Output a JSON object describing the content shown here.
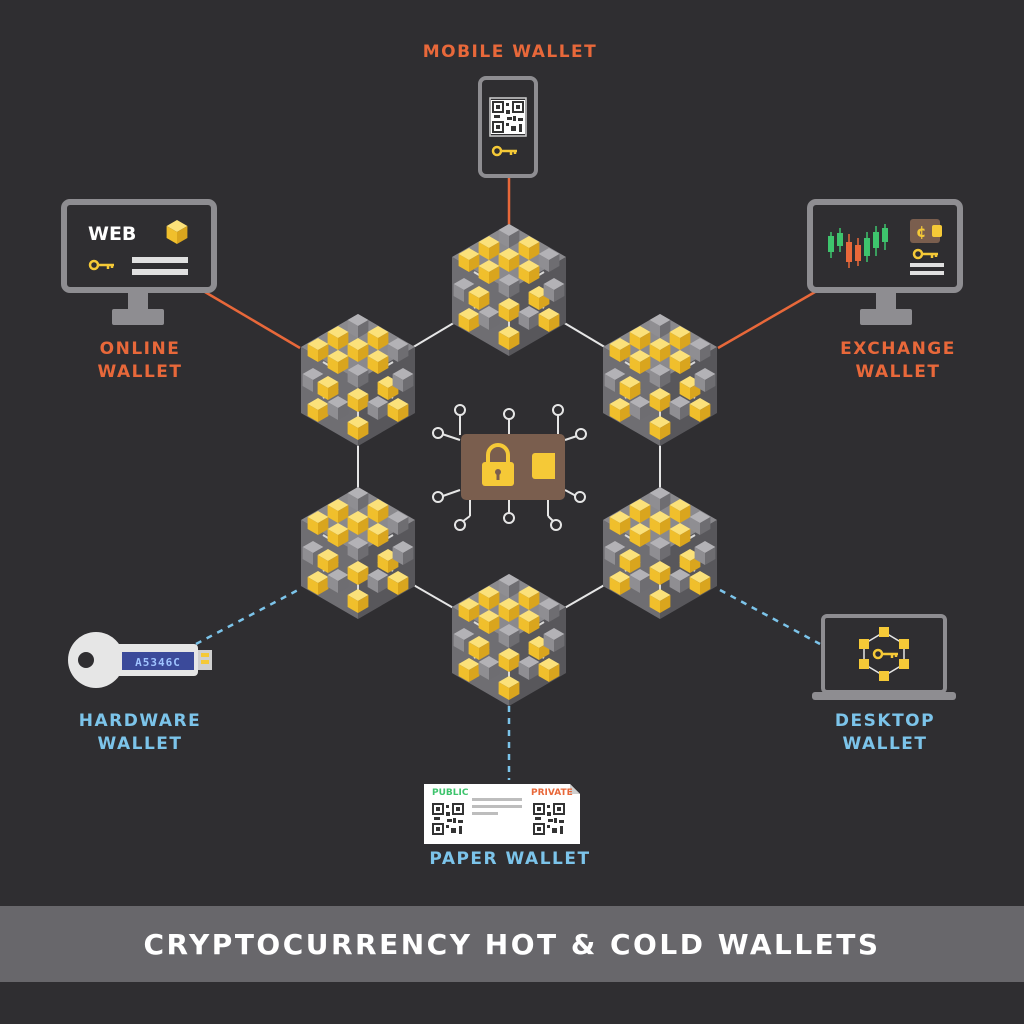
{
  "title": "CRYPTOCURRENCY HOT & COLD WALLETS",
  "colors": {
    "background": "#2f2e31",
    "hot_wallet": "#e8683a",
    "cold_wallet": "#7cc4ea",
    "block_yellow": "#f5c937",
    "block_gray": "#8e8d91",
    "wallet_brown": "#7a5e4e",
    "footer": "#68676b"
  },
  "wallets": {
    "mobile": {
      "line1": "MOBILE WALLET",
      "line2": ""
    },
    "online": {
      "line1": "ONLINE",
      "line2": "WALLET",
      "screen_text": "WEB"
    },
    "exchange": {
      "line1": "EXCHANGE",
      "line2": "WALLET"
    },
    "hardware": {
      "line1": "HARDWARE",
      "line2": "WALLET",
      "device_code": "A5346C"
    },
    "desktop": {
      "line1": "DESKTOP",
      "line2": "WALLET"
    },
    "paper": {
      "line1": "PAPER WALLET",
      "line2": "",
      "public_label": "PUBLIC",
      "private_label": "PRIVATE"
    }
  },
  "icons": {
    "center": "locked-wallet-icon",
    "blocks": "blockchain-block-icon",
    "key": "key-icon",
    "qr": "qr-code-icon"
  }
}
